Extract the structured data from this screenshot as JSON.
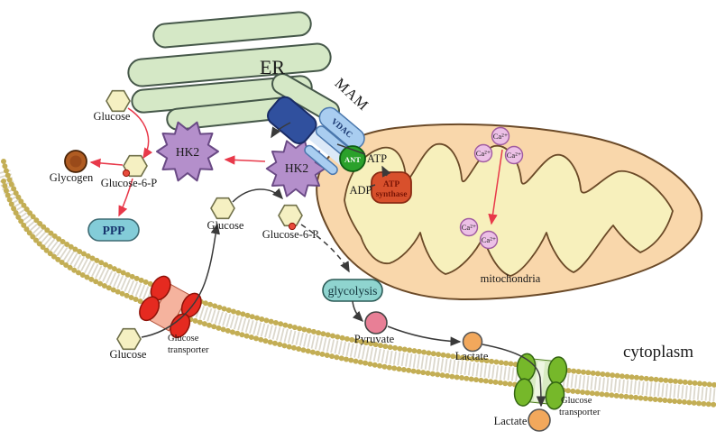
{
  "figure": {
    "organelles": {
      "er": {
        "label": "ER"
      },
      "mam": {
        "label": "MAM"
      },
      "mitochondria": {
        "label": "mitochondria"
      },
      "cytoplasm": {
        "label": "cytoplasm"
      }
    },
    "membrane_proteins": {
      "vdac": {
        "label": "VDAC"
      },
      "ant": {
        "label": "ANT"
      },
      "atp_synthase": {
        "line1": "ATP",
        "line2": "synthase"
      },
      "hk2": {
        "label": "HK2"
      },
      "glucose_transporter": {
        "line1": "Glucose",
        "line2": "transporter"
      }
    },
    "metabolites": {
      "glucose": {
        "label": "Glucose"
      },
      "glucose_6_p": {
        "label": "Glucose-6-P"
      },
      "glycogen": {
        "label": "Glycogen"
      },
      "atp": {
        "label": "ATP"
      },
      "adp": {
        "label": "ADP"
      },
      "pyruvate": {
        "label": "Pyruvate"
      },
      "lactate": {
        "label": "Lactate"
      },
      "calcium": {
        "label": "Ca²⁺"
      }
    },
    "pathways": {
      "ppp": {
        "label": "PPP"
      },
      "glycolysis": {
        "label": "glycolysis"
      }
    },
    "colors": {
      "er_fill": "#d5e8c6",
      "mito_outer": "#f9d7ab",
      "mito_matrix": "#f7f0bc",
      "hk2_fill": "#b48fcb",
      "vdac_fill": "#a9cdf0",
      "ip3r_fill": "#30509e",
      "ant_fill": "#2ba12b",
      "atp_synthase_fill": "#d8502c",
      "calcium_fill": "#ecc0e6",
      "pyruvate_fill": "#e87f96",
      "lactate_fill": "#f2a85c",
      "glycogen_fill": "#b05c22",
      "ppp_fill": "#83ccd8",
      "glycolysis_fill": "#8fd4cf",
      "glucose_fill": "#f5f0c2",
      "transporter_in_fill": "#e52a20",
      "transporter_out_fill": "#76b82a",
      "membrane_head": "#c3ae55",
      "arrow_red": "#e8394a",
      "arrow_black": "#3a3a3a"
    }
  }
}
